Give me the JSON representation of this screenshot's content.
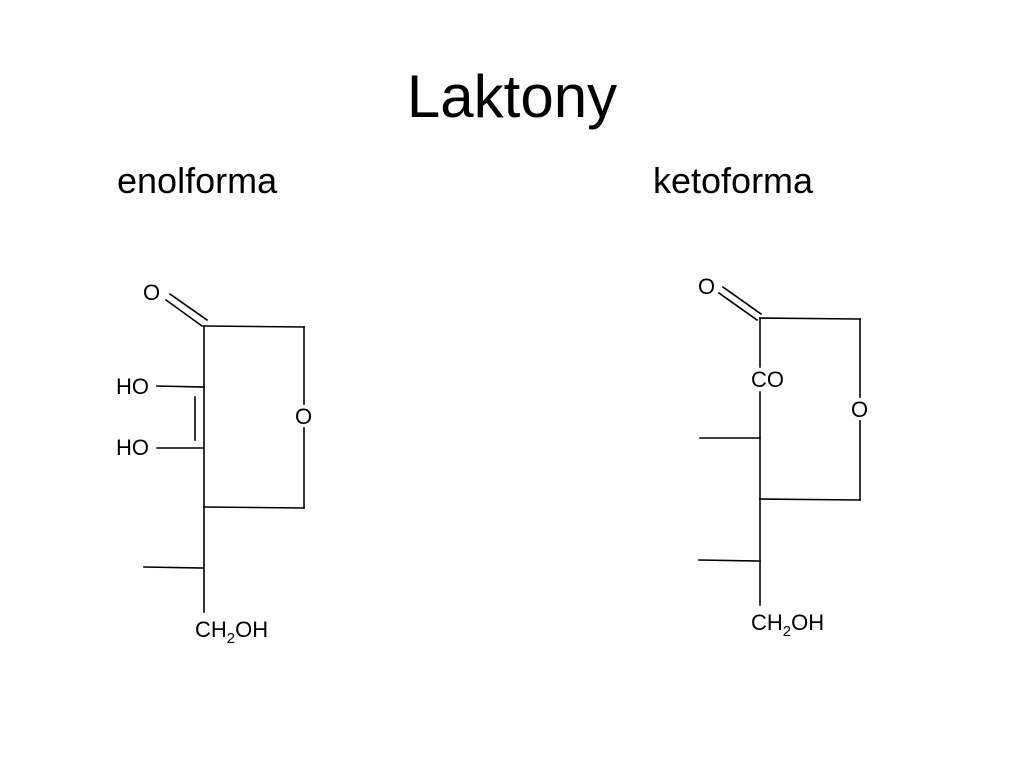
{
  "slide": {
    "title": "Laktony",
    "left_caption": "enolforma",
    "right_caption": "ketoforma"
  },
  "enol": {
    "carbonyl_o": "O",
    "ring_o": "O",
    "ho_upper": "HO",
    "ho_lower": "HO",
    "ch2oh_a": "CH",
    "ch2oh_sub": "2",
    "ch2oh_b": "OH"
  },
  "keto": {
    "carbonyl_o": "O",
    "co": "CO",
    "ring_o": "O",
    "ch2oh_a": "CH",
    "ch2oh_sub": "2",
    "ch2oh_b": "OH"
  }
}
